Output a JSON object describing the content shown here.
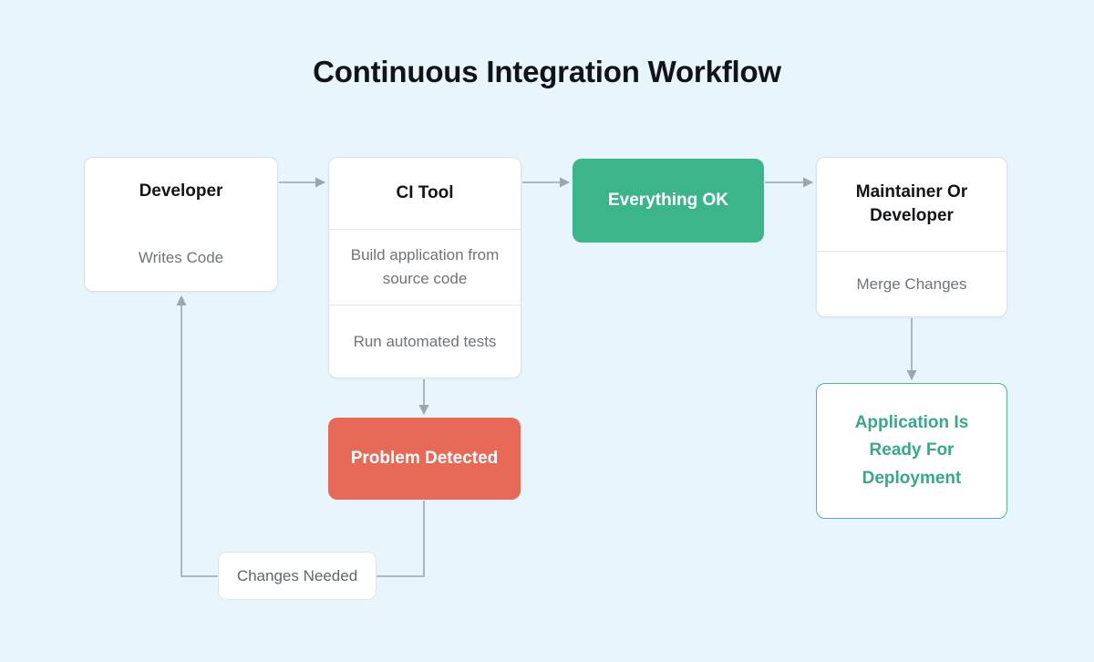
{
  "diagram": {
    "title": "Continuous Integration Workflow",
    "background_color": "#e9f5fd",
    "accent_green": "#3bb589",
    "accent_red": "#e76a58",
    "edge_color": "#9aa7b0",
    "nodes": {
      "developer": {
        "header": "Developer",
        "body": "Writes Code"
      },
      "ci_tool": {
        "header": "CI Tool",
        "build": "Build application from source code",
        "tests": "Run automated tests"
      },
      "everything_ok": {
        "label": "Everything OK"
      },
      "maintainer": {
        "header": "Maintainer Or Developer",
        "body": "Merge Changes"
      },
      "problem": {
        "label": "Problem Detected"
      },
      "deployment": {
        "label": "Application Is Ready For Deployment"
      }
    },
    "edge_labels": {
      "changes_needed": "Changes Needed"
    }
  }
}
